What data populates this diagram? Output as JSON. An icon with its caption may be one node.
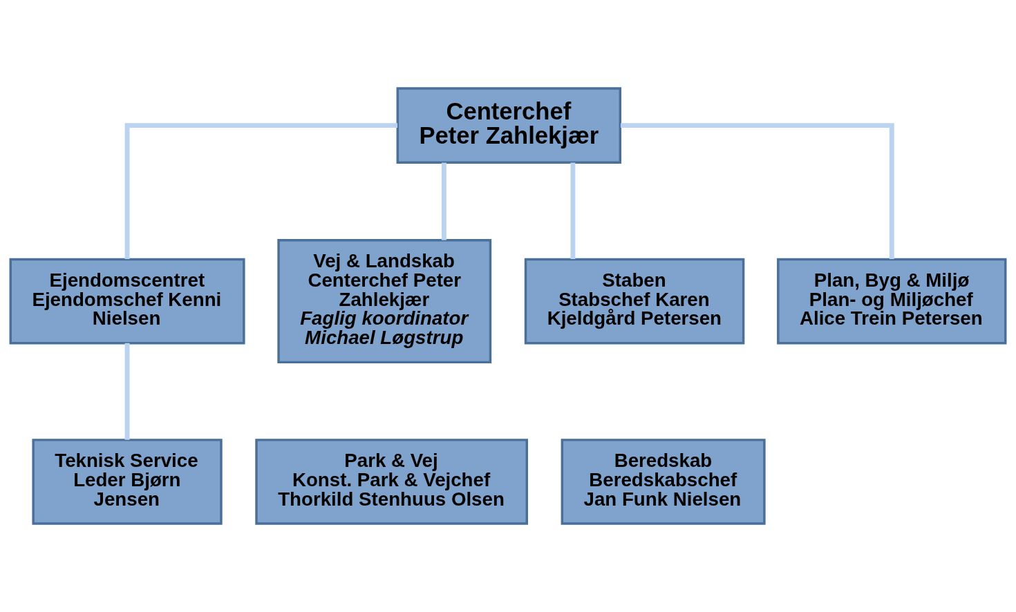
{
  "diagram": {
    "nodes": [
      {
        "text": [
          "Centerchef",
          "Peter Zahlekjær"
        ]
      },
      {
        "text": [
          "Ejendomscentret",
          "Ejendomschef Kenni Nielsen"
        ]
      },
      {
        "text": [
          "Vej & Landskab",
          "Centerchef Peter Zahlekjær",
          "Faglig koordinator Michael Løgstrup"
        ]
      },
      {
        "text": [
          "Staben",
          "Stabschef Karen Kjeldgård Petersen"
        ]
      },
      {
        "text": [
          "Plan, Byg & Miljø",
          "Plan- og Miljøchef Alice Trein Petersen"
        ]
      },
      {
        "text": [
          "Teknisk Service",
          "Leder Bjørn Jensen"
        ]
      },
      {
        "text": [
          "Park & Vej",
          "Konst. Park & Vejchef",
          "Thorkild Stenhuus Olsen"
        ]
      },
      {
        "text": [
          "Beredskab",
          "Beredskabschef",
          "Jan Funk Nielsen"
        ]
      }
    ],
    "edges": [
      {
        "from": 0,
        "to": 1,
        "arrow": "none"
      },
      {
        "from": 0,
        "to": 2,
        "arrow": "none"
      },
      {
        "from": 0,
        "to": 3,
        "arrow": "none"
      },
      {
        "from": 0,
        "to": 4,
        "arrow": "none"
      },
      {
        "from": 1,
        "to": 5,
        "arrow": "none"
      }
    ]
  }
}
